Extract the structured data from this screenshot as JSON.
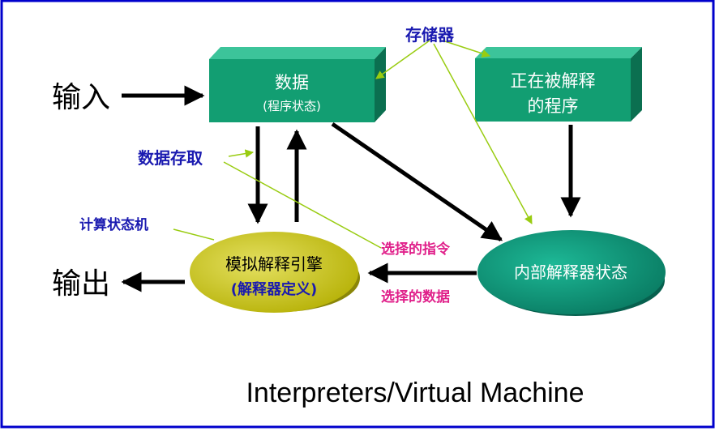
{
  "nodes": {
    "data_box": {
      "line1": "数据",
      "line2": "(程序状态)"
    },
    "program_box": {
      "line1": "正在被解释",
      "line2": "的程序"
    },
    "engine": {
      "line1": "模拟解释引擎",
      "line2": "(解释器定义)"
    },
    "state": {
      "label": "内部解释器状态"
    }
  },
  "io": {
    "input": "输入",
    "output": "输出"
  },
  "annotations": {
    "storage": "存储器",
    "data_access": "数据存取",
    "state_machine": "计算状态机",
    "selected_instruction": "选择的指令",
    "selected_data": "选择的数据"
  },
  "caption": "Interpreters/Virtual Machine",
  "colors": {
    "frame": "#0000cc",
    "box_face": "#129e72",
    "box_top": "#3cc49a",
    "box_side": "#0b6f50",
    "engine_fill": "#c9c40e",
    "state_fill": "#0f9a80",
    "annotation_blue": "#1a1ab0",
    "annotation_pink": "#e0208a",
    "pointer_line": "#99cc11"
  }
}
